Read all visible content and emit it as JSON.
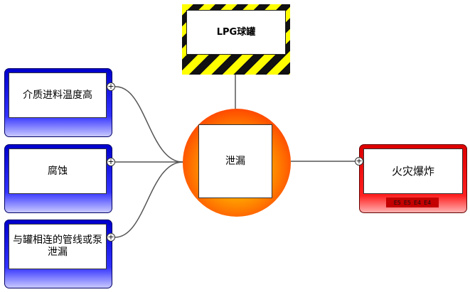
{
  "hazard": {
    "label": "LPG球罐"
  },
  "top_event": {
    "label": "泄漏"
  },
  "threats": [
    {
      "label": "介质进料温度高"
    },
    {
      "label": "腐蚀"
    },
    {
      "label": "与罐相连的管线或泵泄漏"
    }
  ],
  "consequence": {
    "label": "火灾爆炸",
    "barriers": [
      "E5",
      "E5",
      "E4",
      "E4"
    ]
  },
  "expand_symbol": "+",
  "colors": {
    "threat": "#0000cc",
    "consequence": "#ff0000",
    "top_event": "#ff9a00",
    "hazard_stripe_a": "#ffff00",
    "hazard_stripe_b": "#111111"
  }
}
